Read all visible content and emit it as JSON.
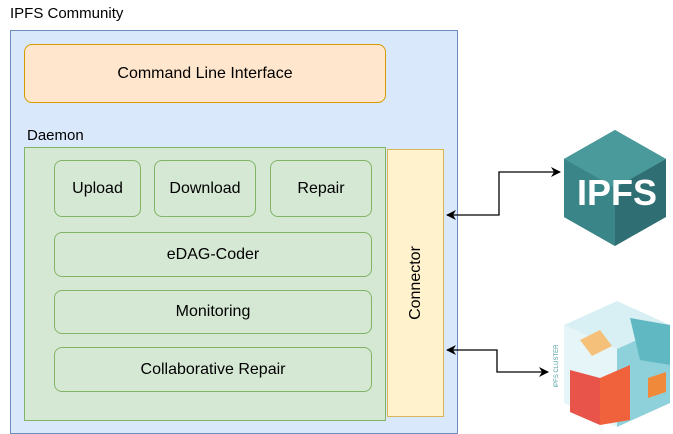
{
  "community": {
    "title": "IPFS Community"
  },
  "cli": {
    "label": "Command Line Interface"
  },
  "daemon": {
    "title": "Daemon",
    "modules": {
      "upload": "Upload",
      "download": "Download",
      "repair": "Repair",
      "edag_coder": "eDAG-Coder",
      "monitoring": "Monitoring",
      "collaborative_repair": "Collaborative Repair"
    }
  },
  "connector": {
    "label": "Connector"
  },
  "ipfs_logo": {
    "text": "IPFS"
  },
  "ipfs_cluster_logo": {
    "text": "IPFS CLUSTER"
  },
  "colors": {
    "community_fill": "#dae8fc",
    "community_stroke": "#6c8ebf",
    "cli_fill": "#ffe6cc",
    "cli_stroke": "#d79b00",
    "daemon_fill": "#d5e8d4",
    "daemon_stroke": "#82b366",
    "connector_fill": "#fff2cc",
    "connector_stroke": "#d6b656",
    "ipfs_teal": "#2f6f73"
  }
}
